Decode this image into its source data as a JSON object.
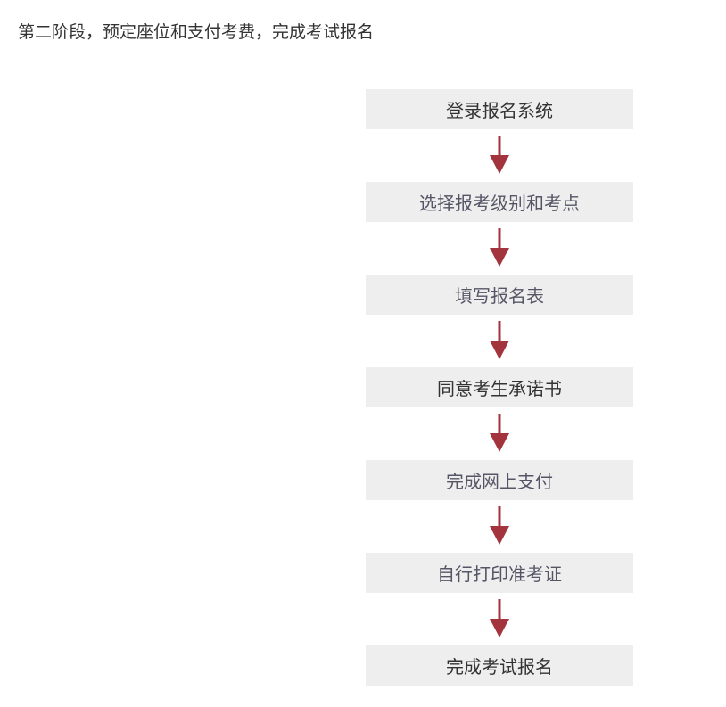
{
  "heading": "第二阶段，预定座位和支付考费，完成考试报名",
  "steps": [
    {
      "label": "登录报名系统"
    },
    {
      "label": "选择报考级别和考点"
    },
    {
      "label": "填写报名表"
    },
    {
      "label": "同意考生承诺书"
    },
    {
      "label": "完成网上支付"
    },
    {
      "label": "自行打印准考证"
    },
    {
      "label": "完成考试报名"
    }
  ],
  "colors": {
    "step_background": "#eeeeee",
    "arrow": "#a3333d",
    "text": "#333333"
  },
  "icons": {
    "arrow": "arrow-down-icon"
  }
}
